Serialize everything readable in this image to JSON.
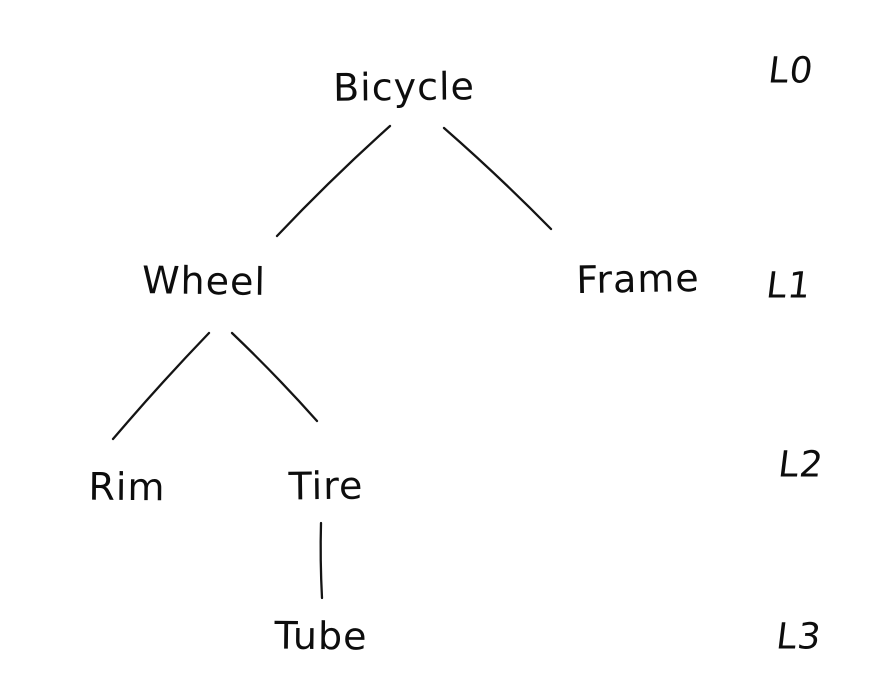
{
  "diagram": {
    "type": "tree",
    "nodes": {
      "bicycle": {
        "label": "Bicycle",
        "level": "L0"
      },
      "wheel": {
        "label": "Wheel",
        "level": "L1"
      },
      "frame": {
        "label": "Frame",
        "level": "L1"
      },
      "rim": {
        "label": "Rim",
        "level": "L2"
      },
      "tire": {
        "label": "Tire",
        "level": "L2"
      },
      "tube": {
        "label": "Tube",
        "level": "L3"
      }
    },
    "edges": [
      {
        "from": "Bicycle",
        "to": "Wheel"
      },
      {
        "from": "Bicycle",
        "to": "Frame"
      },
      {
        "from": "Wheel",
        "to": "Rim"
      },
      {
        "from": "Wheel",
        "to": "Tire"
      },
      {
        "from": "Tire",
        "to": "Tube"
      }
    ],
    "level_labels": {
      "l0": "L0",
      "l1": "L1",
      "l2": "L2",
      "l3": "L3"
    },
    "colors": {
      "ink": "#141414",
      "background": "#ffffff"
    }
  }
}
